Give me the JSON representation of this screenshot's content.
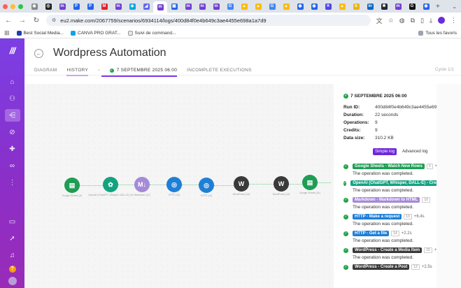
{
  "browser": {
    "url": "eu2.make.com/2067759/scenarios/6934114/logs/400d84f0e4b649c3ae4455e698a1a7d9",
    "bookmarks": [
      "Best Social Media...",
      "CANVA PRO GRAT...",
      "Suivi de command..."
    ],
    "all_bookmarks": "Tous les favoris"
  },
  "header": {
    "title": "Wordpress Automation",
    "tabs": {
      "diagram": "DIAGRAM",
      "history": "HISTORY",
      "execution": "7 SEPTEMBRE 2025 06:00",
      "incomplete": "INCOMPLETE EXECUTIONS"
    },
    "cycle": "Cycle 1/1"
  },
  "panel": {
    "date": "7 SEPTEMBRE 2025 06:00",
    "run_id_label": "Run ID:",
    "run_id": "400d84f0e4b649c3ae4455e698a1...",
    "duration_label": "Duration:",
    "duration": "22 seconds",
    "operations_label": "Operations:",
    "operations": "9",
    "credits_label": "Credits:",
    "credits": "9",
    "datasize_label": "Data size:",
    "datasize": "310.2 KB",
    "simple_log": "Simple log",
    "advanced_log": "Advanced log",
    "entries": [
      {
        "name": "Google Sheets - Watch New Rows",
        "num": "3",
        "time": "+1.8s",
        "color": "#1f9d55",
        "msg": "The operation was completed."
      },
      {
        "name": "OpenAI (ChatGPT, Whisper, DALL-E) - Create a completion",
        "num": "9",
        "time": "+7.8s",
        "color": "#14a37f",
        "msg": "The operation was completed."
      },
      {
        "name": "Markdown - Markdown to HTML",
        "num": "10",
        "time": "",
        "color": "#a58ad8",
        "msg": "The operation was completed."
      },
      {
        "name": "HTTP - Make a request",
        "num": "13",
        "time": "+6.4s",
        "color": "#1e7fd6",
        "msg": "The operation was completed."
      },
      {
        "name": "HTTP - Get a file",
        "num": "14",
        "time": "+2.2s",
        "color": "#1e7fd6",
        "msg": "The operation was completed."
      },
      {
        "name": "WordPress - Create a Media Item",
        "num": "15",
        "time": "+1.6s",
        "color": "#3a3a3a",
        "msg": "The operation was completed."
      },
      {
        "name": "WordPress - Create a Post",
        "num": "12",
        "time": "+2.5s",
        "color": "#3a3a3a",
        "msg": ""
      }
    ]
  },
  "modules": [
    {
      "icon": "sheets-icon",
      "color": "#1f9d55",
      "glyph": "▤",
      "label": "Google Sheets (3)"
    },
    {
      "icon": "openai-icon",
      "color": "#14a37f",
      "glyph": "✿",
      "label": "OpenAI (ChatGPT, Whisper, DALL-E) (9)"
    },
    {
      "icon": "markdown-icon",
      "color": "#a58ad8",
      "glyph": "M↓",
      "label": "Markdown (10)"
    },
    {
      "icon": "http-icon",
      "color": "#1e7fd6",
      "glyph": "◎",
      "label": "HTTP (13)"
    },
    {
      "icon": "http-icon",
      "color": "#1e7fd6",
      "glyph": "◎",
      "label": "HTTP (14)"
    },
    {
      "icon": "wordpress-icon",
      "color": "#3a3a3a",
      "glyph": "W",
      "label": "WordPress (15)"
    },
    {
      "icon": "wordpress-icon",
      "color": "#3a3a3a",
      "glyph": "W",
      "label": "WordPress (12)"
    },
    {
      "icon": "sheets-icon",
      "color": "#1f9d55",
      "glyph": "▤",
      "label": "Google Sheets (11)"
    },
    {
      "icon": "sheets-icon",
      "color": "#1f9d55",
      "glyph": "▤",
      "label": "Google Sheets (16)"
    }
  ]
}
